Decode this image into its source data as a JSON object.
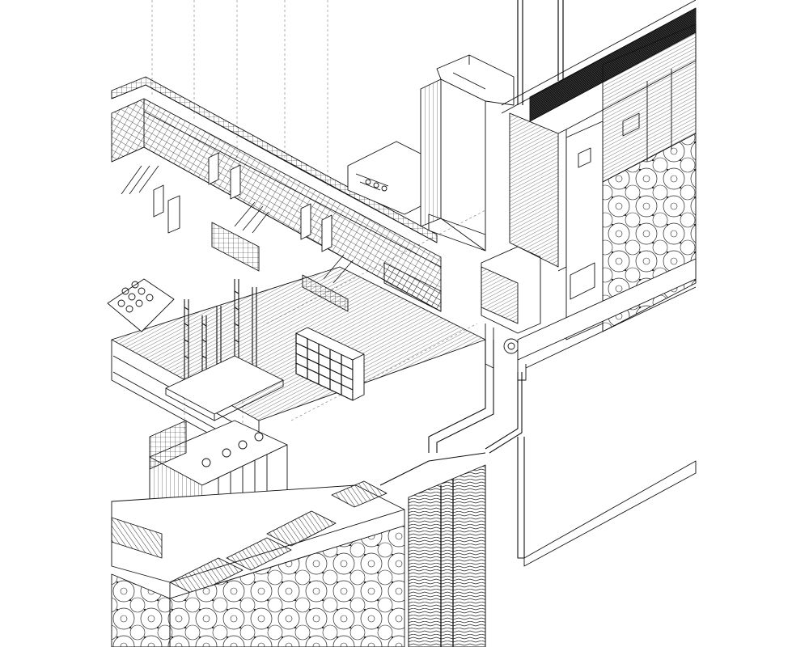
{
  "diagram": {
    "kind": "exploded-axonometric-construction-detail",
    "colors": {
      "paper": "#ffffff",
      "line": "#111111",
      "hatch": "#222222",
      "construction_line": "#7a7a7a",
      "dark_fill": "#1a1a1a"
    },
    "components": [
      "parapet-wall",
      "mesh-insulation-panels",
      "anchor-rods",
      "base-plate",
      "bolt-cluster-plate",
      "brick-pier",
      "grid-block",
      "timber-deck",
      "curtain-wall-mullion",
      "louvered-facade-panel",
      "patterned-cladding",
      "steel-channel-profile",
      "roller-shutter",
      "floor-slab",
      "perforated-grille"
    ]
  }
}
